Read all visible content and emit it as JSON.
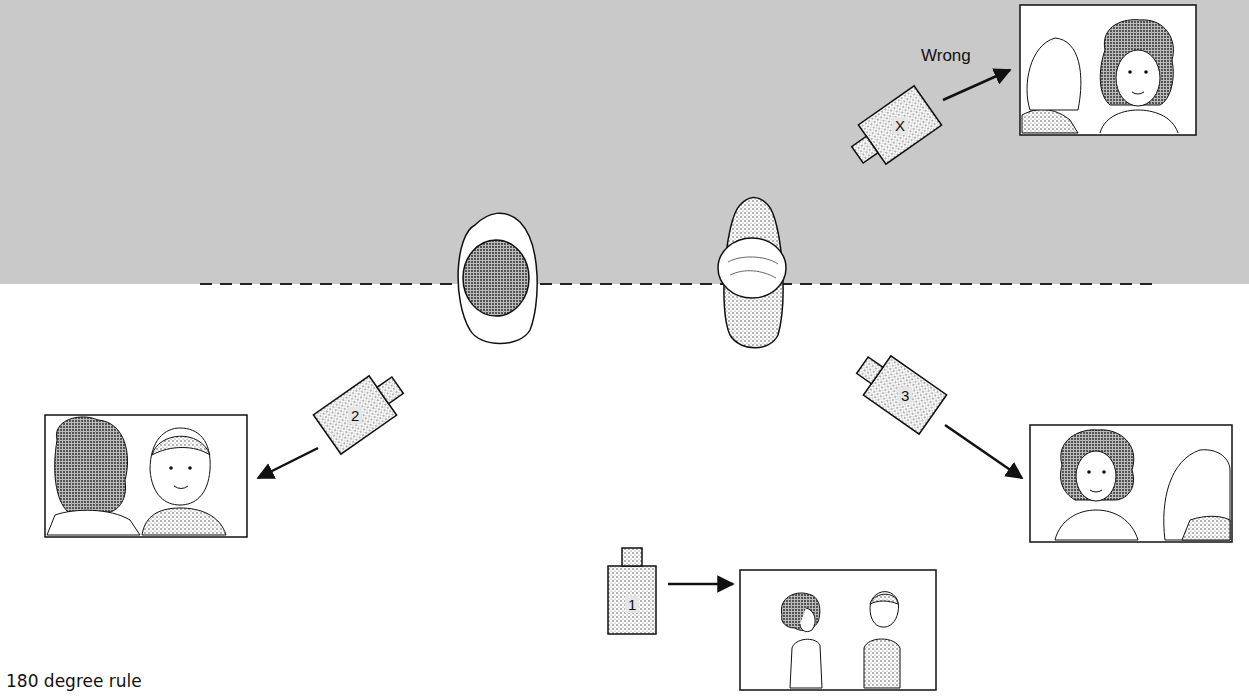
{
  "diagram": {
    "caption": "180 degree rule",
    "labels": [
      "Wrong",
      "X",
      "2",
      "3",
      "1"
    ]
  }
}
